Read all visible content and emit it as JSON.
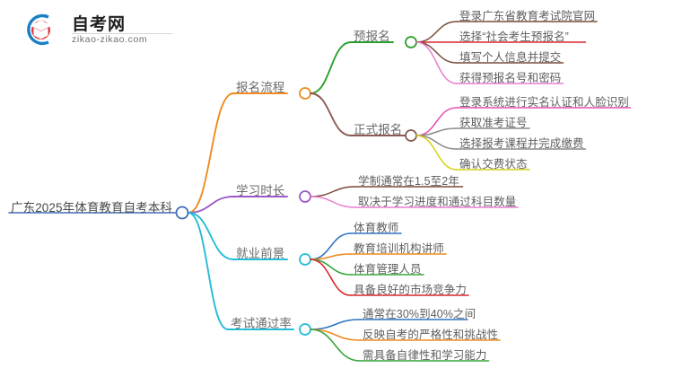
{
  "brand": {
    "name_cn": "自考网",
    "url": "zikao-zikao.com",
    "logo_icon": "graduation-cap-icon",
    "logo_colors": {
      "ring": "#1b7fc4",
      "cap": "#e0393e"
    }
  },
  "mindmap": {
    "root": {
      "label": "广东2025年体育教育自考本科",
      "color": "#3f6fb5"
    },
    "branches": [
      {
        "label": "报名流程",
        "color": "#ef8b1f",
        "children": [
          {
            "label": "预报名",
            "color": "#2aa02a",
            "children": [
              {
                "label": "登录广东省教育考试院官网",
                "color": "#7b4b3a"
              },
              {
                "label": "选择“社会考生预报名”",
                "color": "#d9252a"
              },
              {
                "label": "填写个人信息并提交",
                "color": "#7b4b3a"
              },
              {
                "label": "获得预报名号和密码",
                "color": "#e87fd0"
              }
            ]
          },
          {
            "label": "正式报名",
            "color": "#8a5a52",
            "children": [
              {
                "label": "登录系统进行实名认证和人脸识别",
                "color": "#e84fb0"
              },
              {
                "label": "获取准考证号",
                "color": "#8a8a8a"
              },
              {
                "label": "选择报考课程并完成缴费",
                "color": "#8a8a8a"
              },
              {
                "label": "确认交费状态",
                "color": "#d9d117"
              }
            ]
          }
        ]
      },
      {
        "label": "学习时长",
        "color": "#9b59c7",
        "children": [
          {
            "label": "学制通常在1.5至2年",
            "color": "#7b4b3a"
          },
          {
            "label": "取决于学习进度和通过科目数量",
            "color": "#e87fd0"
          }
        ]
      },
      {
        "label": "就业前景",
        "color": "#25bcd8",
        "children": [
          {
            "label": "体育教师",
            "color": "#2f74c0"
          },
          {
            "label": "教育培训机构讲师",
            "color": "#ef8b1f"
          },
          {
            "label": "体育管理人员",
            "color": "#36a53a"
          },
          {
            "label": "具备良好的市场竞争力",
            "color": "#d9252a"
          }
        ]
      },
      {
        "label": "考试通过率",
        "color": "#25bcd8",
        "children": [
          {
            "label": "通常在30%到40%之间",
            "color": "#2f74c0"
          },
          {
            "label": "反映自考的严格性和挑战性",
            "color": "#ef8b1f"
          },
          {
            "label": "需具备自律性和学习能力",
            "color": "#36a53a"
          }
        ]
      }
    ]
  }
}
